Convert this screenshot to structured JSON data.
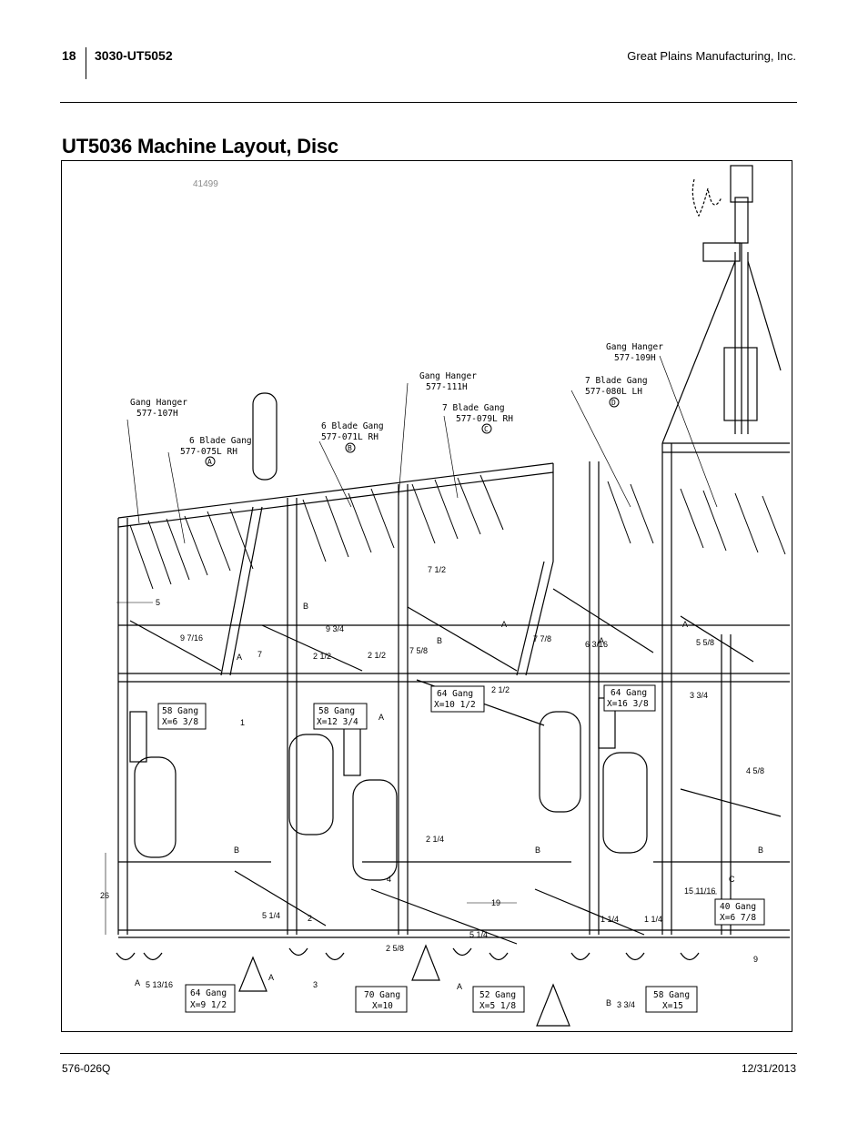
{
  "header": {
    "page_number": "18",
    "document": "3030-UT5052",
    "company": "Great Plains Manufacturing, Inc."
  },
  "title": "UT5036 Machine Layout, Disc",
  "figure": {
    "id": "41499",
    "callouts": [
      {
        "label": "Gang Hanger\n577-107H"
      },
      {
        "label": "6 Blade Gang\n577-075L RH",
        "marker": "A"
      },
      {
        "label": "6 Blade Gang\n577-071L RH",
        "marker": "B"
      },
      {
        "label": "Gang Hanger\n577-111H"
      },
      {
        "label": "7 Blade Gang\n577-079L RH",
        "marker": "C"
      },
      {
        "label": "7 Blade Gang\n577-080L LH",
        "marker": "D"
      },
      {
        "label": "Gang Hanger\n577-109H"
      }
    ],
    "gang_boxes": [
      {
        "label": "58 Gang\nX=6 3/8"
      },
      {
        "label": "58 Gang\nX=12 3/4"
      },
      {
        "label": "64 Gang\nX=10 1/2"
      },
      {
        "label": "64 Gang\nX=16 3/8"
      },
      {
        "label": "40 Gang\nX=6 7/8"
      },
      {
        "label": "64 Gang\nX=9 1/2"
      },
      {
        "label": "70 Gang\nX=10"
      },
      {
        "label": "52 Gang\nX=5 1/8"
      },
      {
        "label": "58 Gang\nX=15"
      }
    ],
    "dimensions": [
      "5",
      "9 7/16",
      "7",
      "1",
      "2 1/2",
      "9 3/4",
      "2 1/2",
      "7 5/8",
      "7 1/2",
      "7 7/8",
      "6 3/16",
      "5 5/8",
      "2 1/2",
      "3 3/4",
      "4 5/8",
      "2 1/4",
      "4",
      "19",
      "15 11/16",
      "26",
      "2",
      "5 1/4",
      "2 5/8",
      "5 1/4",
      "3",
      "1 1/4",
      "1 1/4",
      "5 13/16",
      "3 3/4",
      "9"
    ],
    "letters": [
      "B",
      "A",
      "A",
      "B",
      "A",
      "A",
      "B",
      "B",
      "C",
      "B",
      "A",
      "A",
      "A",
      "B",
      "A"
    ]
  },
  "footer": {
    "doc_code": "576-026Q",
    "date": "12/31/2013"
  }
}
